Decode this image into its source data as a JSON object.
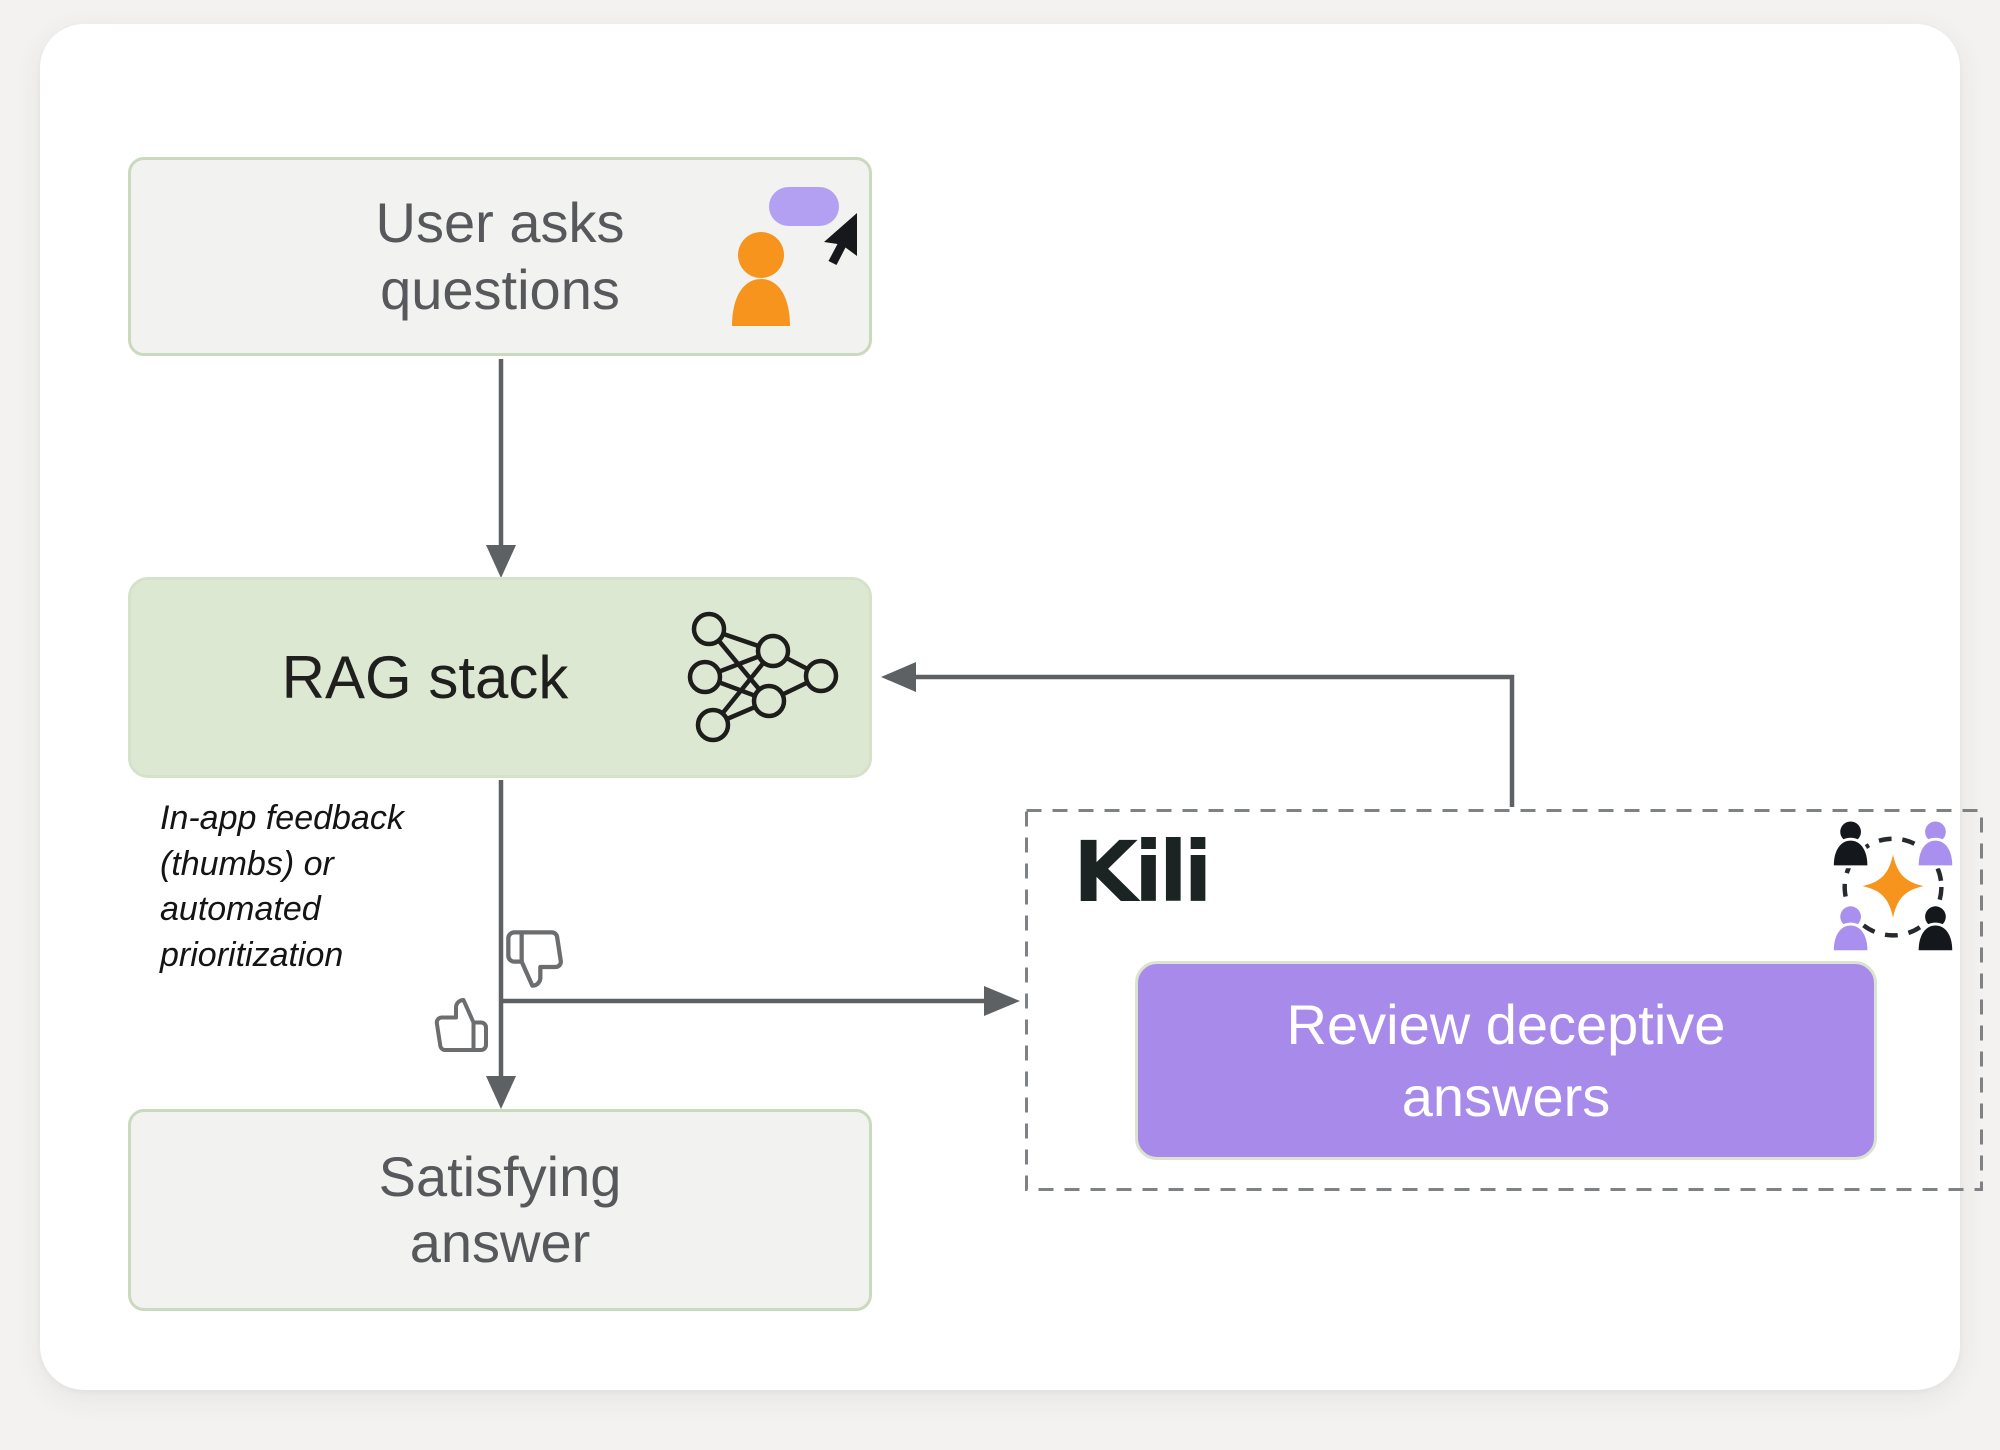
{
  "diagram": {
    "nodes": {
      "user_box": {
        "label": "User asks questions"
      },
      "rag_box": {
        "label": "RAG stack"
      },
      "answer_box": {
        "label": "Satisfying answer"
      },
      "review_box": {
        "label": "Review deceptive answers"
      }
    },
    "kili_panel": {
      "brand": "Kili"
    },
    "annotations": {
      "feedback_note": "In-app feedback (thumbs) or automated prioritization"
    },
    "icons": {
      "user_icon": "user-with-chat-bubble-and-cursor",
      "rag_icon": "neural-network",
      "thumbs_down_icon": "thumbs-down-outline",
      "thumbs_up_icon": "thumbs-up-outline",
      "kili_icon": "people-collaboration-sparkle"
    },
    "colors": {
      "page_background": "#F3F2F0",
      "card_background": "#FFFFFF",
      "accent_orange": "#F7941D",
      "accent_purple": "#A78AEA",
      "bubble_lavender": "#B3A0F2",
      "rag_fill_green": "#DDE8D3",
      "box_fill_gray": "#F2F2F1",
      "box_border_green": "#CBD9BE",
      "arrow_gray": "#5E6163",
      "brand_dark": "#1C2423",
      "review_text": "#FFFFFF"
    }
  }
}
